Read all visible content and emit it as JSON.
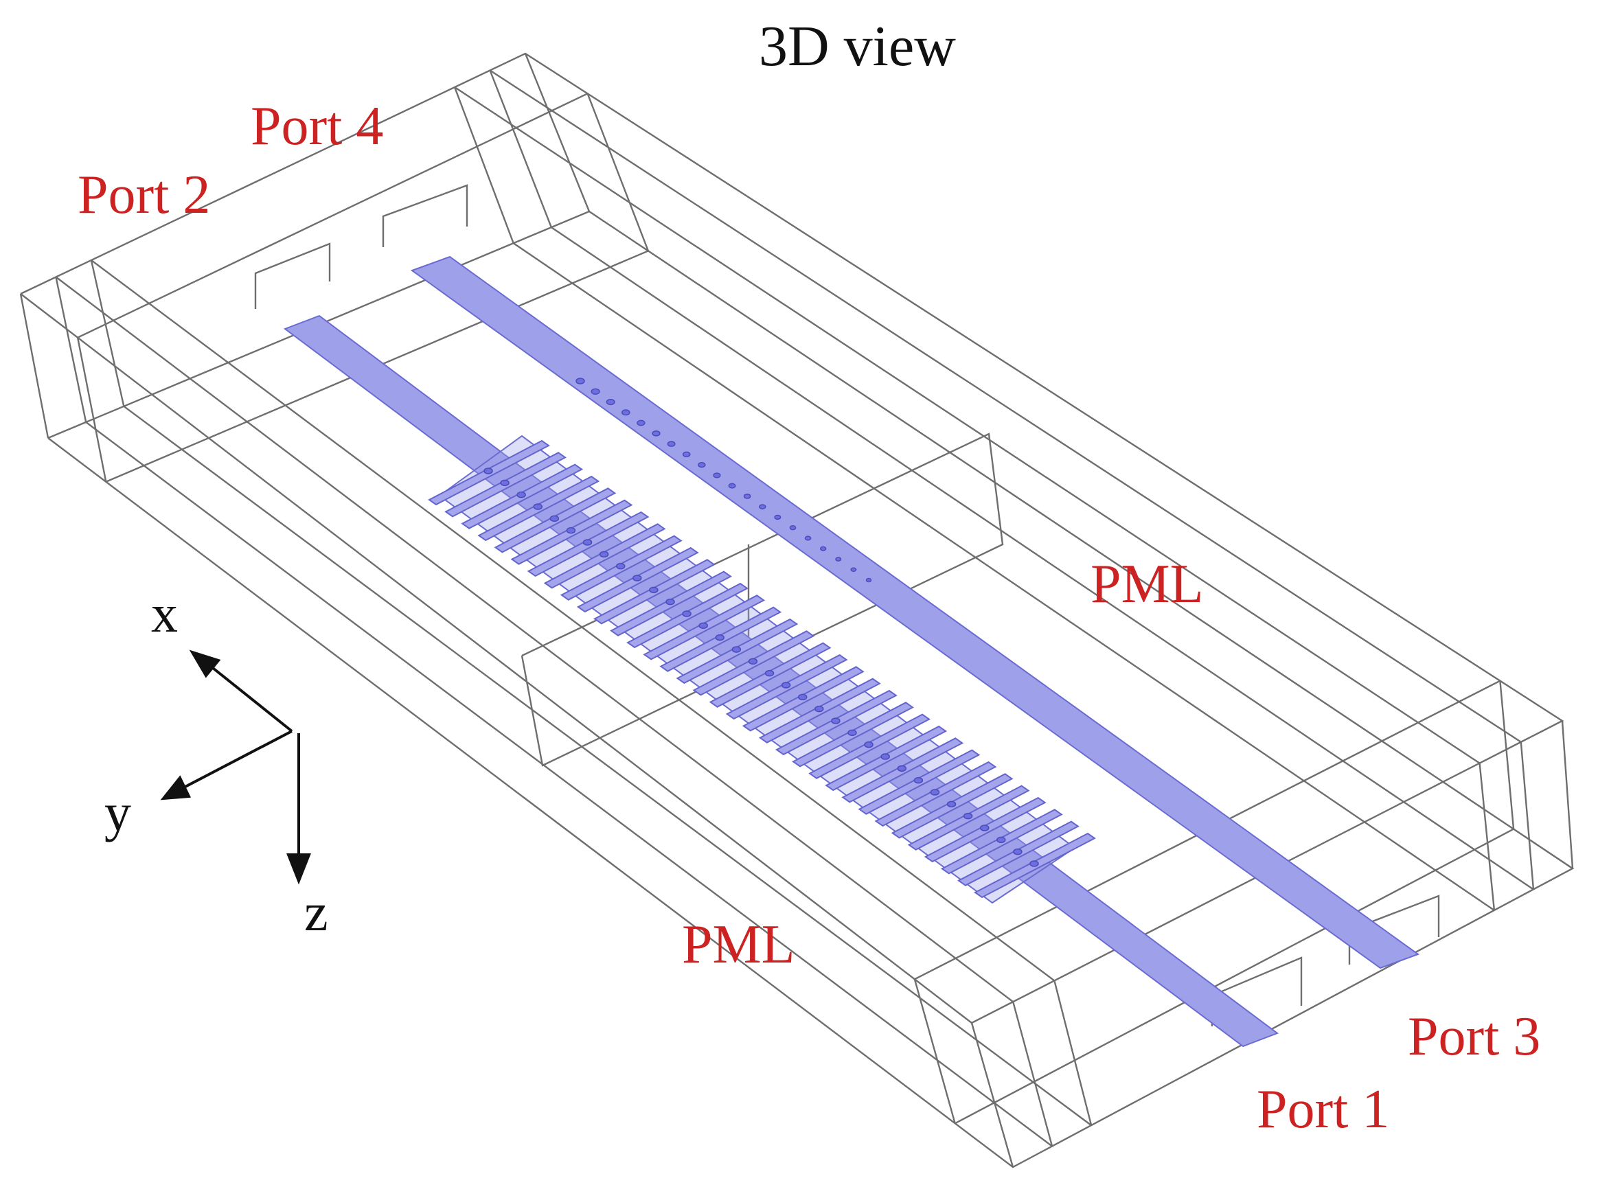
{
  "title": "3D view",
  "labels": {
    "port1": "Port 1",
    "port2": "Port 2",
    "port3": "Port 3",
    "port4": "Port 4",
    "pml_right": "PML",
    "pml_bottom": "PML"
  },
  "axes": {
    "x": "x",
    "y": "y",
    "z": "z"
  },
  "colors": {
    "label": "#cc2222",
    "waveguide_fill": "#9fa0ea",
    "waveguide_stroke": "#6a6bd0",
    "wire": "#6e6e6e",
    "text": "#111111"
  }
}
